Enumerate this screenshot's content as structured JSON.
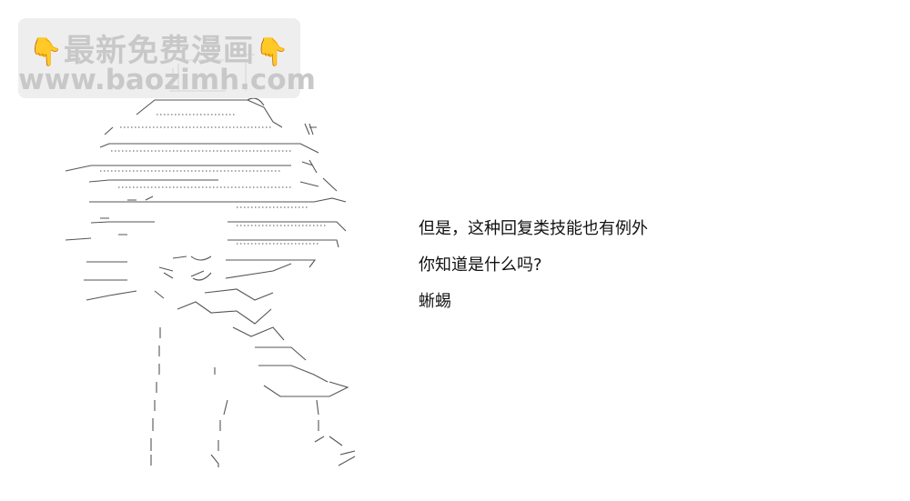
{
  "watermark": {
    "line1": "最新免费漫画",
    "line2": "www.baozimh.com",
    "hand_icon": "pointing-down-hand-icon",
    "hand_color": "#f5b21b"
  },
  "dialogue": {
    "lines": [
      "但是，这种回复类技能也有例外",
      "你知道是什么吗?",
      "蜥蜴"
    ]
  }
}
